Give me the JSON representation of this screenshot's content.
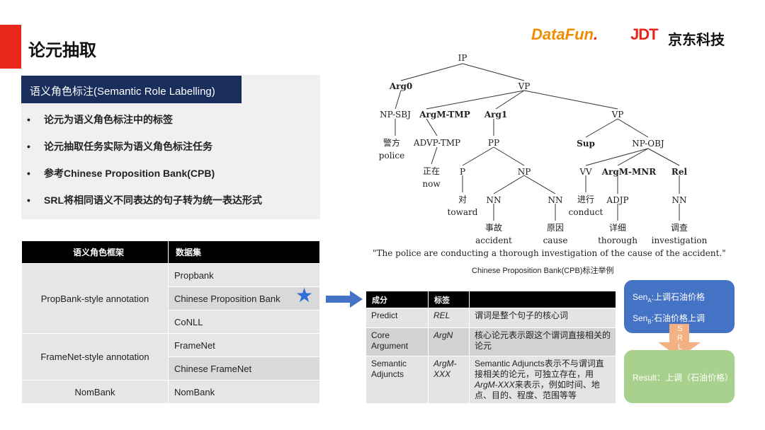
{
  "title": "论元抽取",
  "logo": {
    "datafun_a": "DataFun",
    "datafun_b": ".",
    "jdt": "JDT",
    "jd": "京东科技"
  },
  "srl": {
    "header": "语义角色标注(Semantic Role Labelling)",
    "bullets": [
      "论元为语义角色标注中的标签",
      "论元抽取任务实际为语义角色标注任务",
      "参考Chinese Proposition Bank(CPB)",
      "SRL将相同语义不同表达的句子转为统一表达形式"
    ]
  },
  "framework_table": {
    "headers": [
      "语义角色框架",
      "数据集"
    ],
    "groups": [
      {
        "framework": "PropBank-style annotation",
        "datasets": [
          "Propbank",
          "Chinese Proposition Bank",
          "CoNLL"
        ]
      },
      {
        "framework": "FrameNet-style annotation",
        "datasets": [
          "FrameNet",
          "Chinese  FrameNet"
        ]
      },
      {
        "framework": "NomBank",
        "datasets": [
          "NomBank"
        ]
      }
    ]
  },
  "role_table": {
    "headers": [
      "成分",
      "标签",
      ""
    ],
    "rows": [
      {
        "component": "Predict",
        "tag": "REL",
        "desc": "谓词是整个句子的核心词"
      },
      {
        "component": "Core Argument",
        "tag": "ArgN",
        "desc": "核心论元表示跟这个谓词直接相关的论元"
      },
      {
        "component": "Semantic Adjuncts",
        "tag": "ArgM-XXX",
        "desc_a": "Semantic Adjuncts表示不与谓词直接相关的论元，可独立存在，用",
        "desc_tag": "ArgM-XXX",
        "desc_b": "来表示，例如时间、地点、目的、程度、范围等等"
      }
    ]
  },
  "srl_demo": {
    "sen_a_prefix": "Sen",
    "sen_a_sub": "A",
    "sen_a_text": ":上调石油价格",
    "sen_b_prefix": "Sen",
    "sen_b_sub": "B",
    "sen_b_text": ":石油价格上调",
    "arrow_letters": [
      "S",
      "R",
      "L"
    ],
    "result": "Result：上调（石油价格）"
  },
  "tree": {
    "nodes": [
      "IP",
      "Arg0",
      "VP",
      "NP-SBJ",
      "ArgM-TMP",
      "Arg1",
      "VP",
      "警方",
      "police",
      "ADVP-TMP",
      "PP",
      "Sup",
      "NP-OBJ",
      "正在",
      "now",
      "P",
      "NP",
      "VV",
      "ArgM-MNR",
      "Rel",
      "对",
      "toward",
      "NN",
      "NN",
      "进行",
      "conduct",
      "ADJP",
      "NN",
      "事故",
      "accident",
      "原因",
      "cause",
      "详细",
      "thorough",
      "调查",
      "investigation"
    ],
    "sentence": "\"The police are conducting a thorough investigation of the cause of the accident.\""
  },
  "caption": "Chinese Proposition Bank(CPB)标注举例",
  "colors": {
    "accent_red": "#e8261a",
    "navy": "#1a2e5e",
    "blue": "#4472c4",
    "green": "#a9d18e",
    "orange": "#f4b183"
  }
}
